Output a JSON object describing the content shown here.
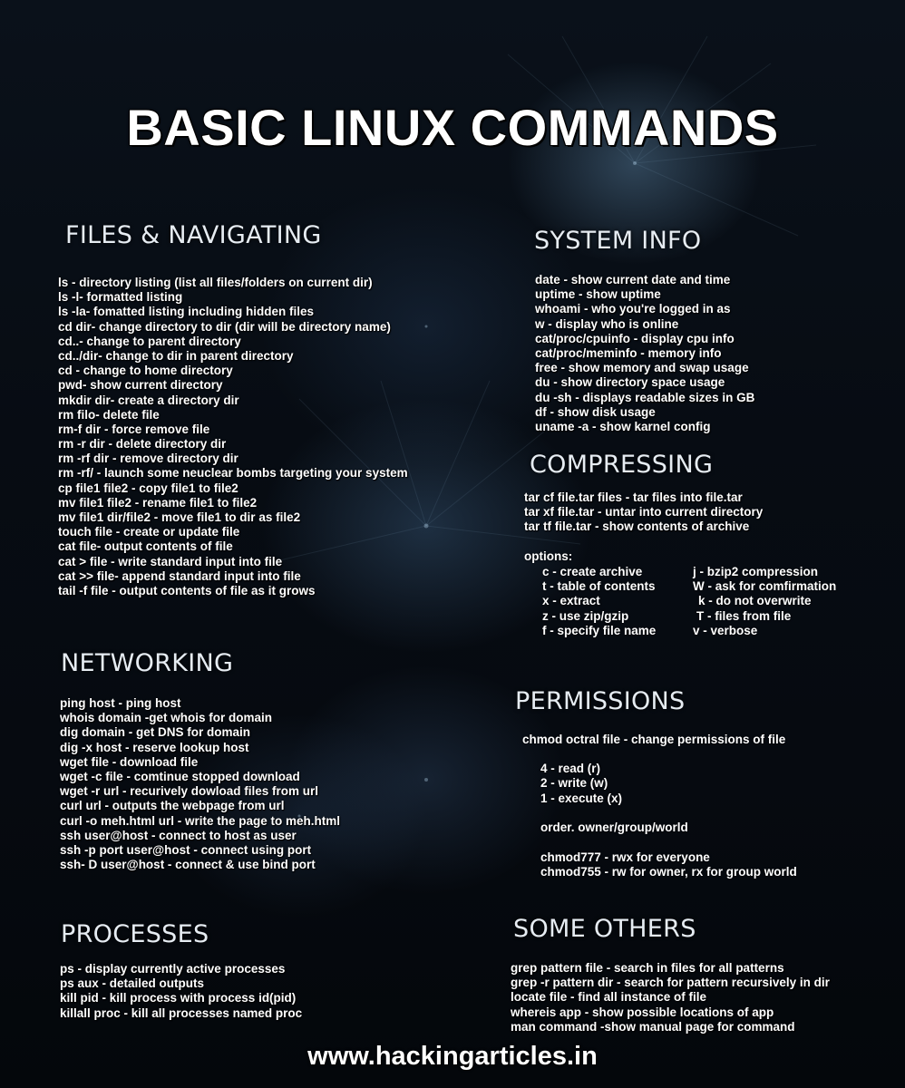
{
  "title": "BASIC LINUX COMMANDS",
  "files_navigating": {
    "heading": "FILES & NAVIGATING",
    "items": [
      "ls - directory listing (list all files/folders on current dir)",
      "ls -l- formatted listing",
      "ls -la- fomatted listing including hidden files",
      "cd dir- change directory to dir (dir will be directory name)",
      "cd..- change to parent directory",
      "cd../dir- change to dir in parent directory",
      "cd - change to home directory",
      "pwd- show current directory",
      "mkdir dir- create a directory dir",
      "rm filo- delete file",
      "rm-f dir - force remove file",
      "rm -r dir - delete directory dir",
      "rm -rf dir - remove directory dir",
      "rm -rf/ - launch some neuclear bombs targeting your system",
      "cp file1 file2 - copy file1 to file2",
      "mv file1 file2 - rename file1 to file2",
      "mv file1 dir/file2 - move file1 to dir as file2",
      "touch file - create or update file",
      "cat file- output contents of file",
      "cat > file - write standard input into file",
      "cat >> file- append standard input into file",
      "tail -f file - output contents of file as it grows"
    ]
  },
  "system_info": {
    "heading": "SYSTEM INFO",
    "items": [
      "date - show current date and time",
      "uptime - show uptime",
      "whoami - who you're logged in as",
      "w - display who is online",
      "cat/proc/cpuinfo - display cpu info",
      "cat/proc/meminfo - memory info",
      "free - show memory and swap usage",
      "du - show directory space usage",
      "du -sh - displays readable sizes in GB",
      "df - show disk usage",
      "uname -a - show karnel config"
    ]
  },
  "compressing": {
    "heading": "COMPRESSING",
    "items": [
      "tar cf file.tar files - tar files into file.tar",
      "tar xf file.tar - untar into current directory",
      "tar tf file.tar - show contents of archive"
    ],
    "options_label": "options:",
    "options_left": [
      "c - create archive",
      "t - table of contents",
      "x - extract",
      "z - use zip/gzip",
      "f - specify file name"
    ],
    "options_right": [
      "j - bzip2 compression",
      "W - ask for comfirmation",
      "k - do not overwrite",
      "T - files from file",
      "v - verbose"
    ]
  },
  "networking": {
    "heading": "NETWORKING",
    "items": [
      "ping host - ping host",
      "whois domain -get whois for domain",
      "dig domain - get DNS for domain",
      "dig -x host - reserve lookup host",
      "wget file - download file",
      "wget -c file - comtinue stopped download",
      "wget -r url - recurively dowload files from url",
      "curl url - outputs the webpage from url",
      "curl -o meh.html url - write the page to meh.html",
      "ssh user@host - connect to host as user",
      "ssh -p port user@host - connect using port",
      "ssh- D user@host - connect & use bind port"
    ]
  },
  "permissions": {
    "heading": "PERMISSIONS",
    "chmod": "chmod octral file - change permissions of file",
    "read": "4 - read (r)",
    "write": "2 - write (w)",
    "execute": "1 - execute (x)",
    "order": "order. owner/group/world",
    "chmod777": "chmod777 - rwx for everyone",
    "chmod755": "chmod755 - rw for owner, rx for group world"
  },
  "processes": {
    "heading": "PROCESSES",
    "items": [
      "ps - display currently active processes",
      "ps aux - detailed outputs",
      "kill pid - kill process with process id(pid)",
      "killall proc - kill all processes named proc"
    ]
  },
  "some_others": {
    "heading": "SOME OTHERS",
    "items": [
      "grep pattern file - search in files for all patterns",
      "grep -r pattern dir - search for pattern recursively in dir",
      "locate file - find all instance of file",
      "whereis app - show possible locations of app",
      "man command -show manual page for command"
    ]
  },
  "website": "www.hackingarticles.in"
}
